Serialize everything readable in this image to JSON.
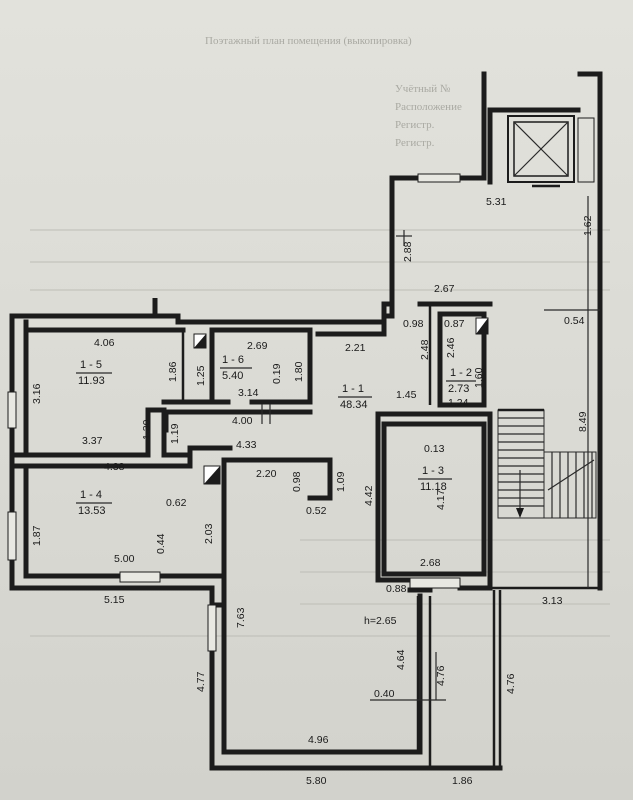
{
  "background_text": {
    "heading": "Поэтажный план помещения (выкопировка)",
    "lines": [
      "Учётный №",
      "Расположение",
      "Регистр.",
      "Регистр."
    ]
  },
  "rooms": [
    {
      "id": "1 - 1",
      "area": "48.34"
    },
    {
      "id": "1 - 2",
      "area": "2.73"
    },
    {
      "id": "1 - 3",
      "area": "11.18"
    },
    {
      "id": "1 - 4",
      "area": "13.53"
    },
    {
      "id": "1 - 5",
      "area": "11.93"
    },
    {
      "id": "1 - 6",
      "area": "5.40"
    }
  ],
  "dimensions": [
    "5.31",
    "1.62",
    "2.88",
    "2.67",
    "0.54",
    "0.98",
    "0.87",
    "2.46",
    "4.06",
    "2.69",
    "2.21",
    "2.48",
    "1.60",
    "1.86",
    "1.25",
    "0.19",
    "1.80",
    "3.16",
    "3.14",
    "1.45",
    "1.24",
    "8.49",
    "4.00",
    "1.30",
    "1.19",
    "3.37",
    "4.33",
    "0.13",
    "4.38",
    "2.20",
    "0.98",
    "1.09",
    "4.42",
    "4.17",
    "0.62",
    "0.52",
    "1.87",
    "2.03",
    "0.44",
    "5.00",
    "2.68",
    "5.15",
    "0.88",
    "3.13",
    "7.63",
    "4.77",
    "4.64",
    "4.76",
    "4.76",
    "0.40",
    "4.96",
    "5.80",
    "1.86"
  ],
  "height_note": "h=2.65"
}
